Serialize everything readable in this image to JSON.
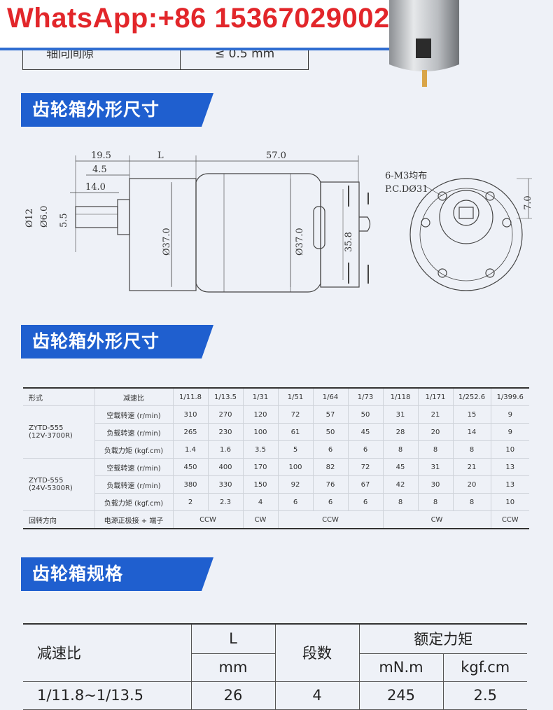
{
  "watermark": {
    "text": "WhatsApp:+86 15367029002"
  },
  "top_table": {
    "label": "轴向间隙",
    "value": "≤ 0.5 mm"
  },
  "section1": {
    "title": "齿轮箱外形尺寸"
  },
  "drawing": {
    "dims": [
      "19.5",
      "L",
      "57.0",
      "4.5",
      "14.0",
      "6-M3均布",
      "P.C.DØ31",
      "7.0",
      "Ø12",
      "Ø6.0",
      "5.5",
      "Ø37.0",
      "Ø37.0",
      "35.8"
    ]
  },
  "section2": {
    "title": "齿轮箱外形尺寸"
  },
  "gear_table": {
    "header": [
      "形式",
      "减速比",
      "1/11.8",
      "1/13.5",
      "1/31",
      "1/51",
      "1/64",
      "1/73",
      "1/118",
      "1/171",
      "1/252.6",
      "1/399.6"
    ],
    "groups": [
      {
        "model": "ZYTD-555",
        "sub": "(12V-3700R)",
        "rows": [
          {
            "label": "空载转速 (r/min)",
            "values": [
              "310",
              "270",
              "120",
              "72",
              "57",
              "50",
              "31",
              "21",
              "15",
              "9"
            ]
          },
          {
            "label": "负载转速 (r/min)",
            "values": [
              "265",
              "230",
              "100",
              "61",
              "50",
              "45",
              "28",
              "20",
              "14",
              "9"
            ]
          },
          {
            "label": "负载力矩 (kgf.cm)",
            "values": [
              "1.4",
              "1.6",
              "3.5",
              "5",
              "6",
              "6",
              "8",
              "8",
              "8",
              "10"
            ]
          }
        ]
      },
      {
        "model": "ZYTD-555",
        "sub": "(24V-5300R)",
        "rows": [
          {
            "label": "空载转速 (r/min)",
            "values": [
              "450",
              "400",
              "170",
              "100",
              "82",
              "72",
              "45",
              "31",
              "21",
              "13"
            ]
          },
          {
            "label": "负载转速 (r/min)",
            "values": [
              "380",
              "330",
              "150",
              "92",
              "76",
              "67",
              "42",
              "30",
              "20",
              "13"
            ]
          },
          {
            "label": "负载力矩 (kgf.cm)",
            "values": [
              "2",
              "2.3",
              "4",
              "6",
              "6",
              "6",
              "8",
              "8",
              "8",
              "10"
            ]
          }
        ]
      }
    ],
    "rotation": {
      "label": "回转方向",
      "sub": "电源正极接 + 端子",
      "values": [
        "CCW",
        "CW",
        "CCW",
        "CW",
        "CCW"
      ]
    }
  },
  "section3": {
    "title": "齿轮箱规格"
  },
  "spec_table": {
    "h_ratio": "减速比",
    "h_L": "L",
    "h_mm": "mm",
    "h_stages": "段数",
    "h_torque": "额定力矩",
    "h_mnm": "mN.m",
    "h_kgf": "kgf.cm",
    "row": {
      "ratio": "1/11.8~1/13.5",
      "L": "26",
      "stages": "4",
      "mnm": "245",
      "kgf": "2.5"
    }
  },
  "colors": {
    "accent": "#1f5fcf",
    "watermark": "#e2262a"
  }
}
